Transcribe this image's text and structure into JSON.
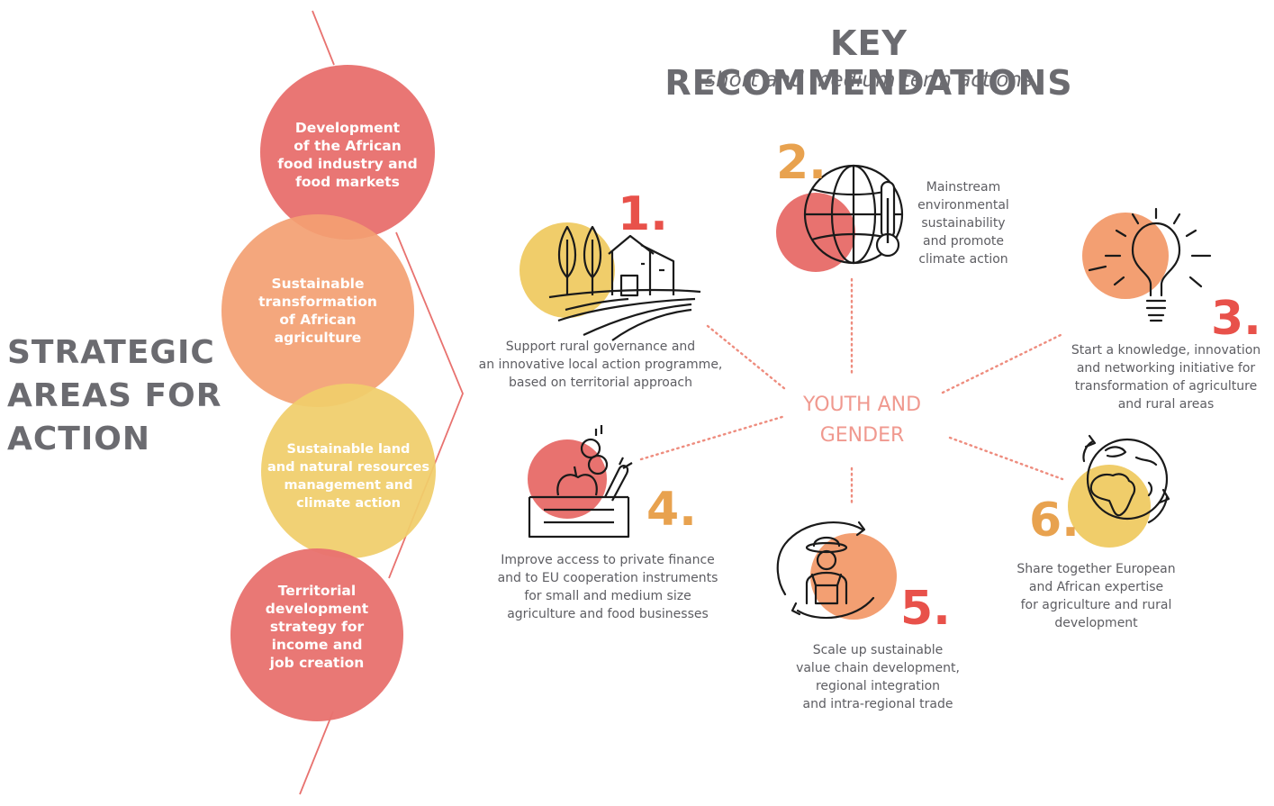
{
  "strategic": {
    "title": "STRATEGIC\nAREAS FOR\nACTION",
    "areas": [
      {
        "label": "Development\nof the African\nfood industry and\nfood markets",
        "color": "#e8726f"
      },
      {
        "label": "Sustainable\ntransformation\nof African\nagriculture",
        "color": "#f39f72"
      },
      {
        "label": "Sustainable land\nand natural resources\nmanagement and\nclimate action",
        "color": "#f0cd6a"
      },
      {
        "label": "Territorial\ndevelopment\nstrategy for\nincome and\njob creation",
        "color": "#e8726f"
      }
    ]
  },
  "key": {
    "title": "KEY RECOMMENDATIONS",
    "subtitle": "short and medium term actions",
    "center": "YOUTH AND\nGENDER"
  },
  "recommendations": [
    {
      "number": "1.",
      "text": "Support rural governance and\nan innovative local action programme,\nbased on territorial approach",
      "icon": "farm-icon",
      "color": "#e8514a"
    },
    {
      "number": "2.",
      "text": "Mainstream\nenvironmental\nsustainability\nand promote\nclimate action",
      "icon": "globe-thermometer-icon",
      "color": "#e8a24f"
    },
    {
      "number": "3.",
      "text": "Start a knowledge, innovation\nand networking initiative for\ntransformation of agriculture\nand rural areas",
      "icon": "lightbulb-icon",
      "color": "#e8514a"
    },
    {
      "number": "4.",
      "text": "Improve access to private finance\nand to EU cooperation instruments\nfor small and medium size\nagriculture and food businesses",
      "icon": "produce-crate-icon",
      "color": "#e8a24f"
    },
    {
      "number": "5.",
      "text": "Scale up sustainable\nvalue chain development,\nregional integration\nand intra-regional trade",
      "icon": "farmer-cycle-icon",
      "color": "#e8514a"
    },
    {
      "number": "6.",
      "text": "Share together European\nand African expertise\nfor agriculture and rural\ndevelopment",
      "icon": "globe-africa-europe-icon",
      "color": "#e8a24f"
    }
  ],
  "colors": {
    "coral": "#e8726f",
    "orange": "#f39f72",
    "yellow": "#f0cd6a",
    "line": "#e8726f",
    "dots": "#ee8c7e",
    "heading_gray": "#6b6b70",
    "text_gray": "#5d5d62"
  }
}
